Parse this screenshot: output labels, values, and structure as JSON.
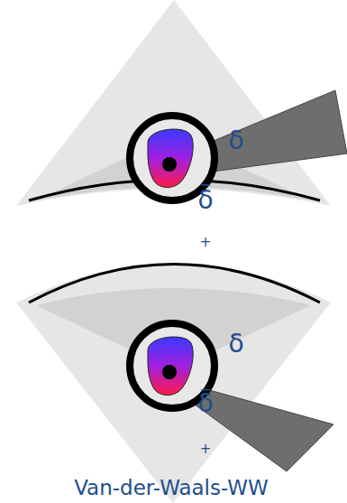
{
  "diagram": {
    "caption": "Van-der-Waals-WW",
    "labels": [
      "δ",
      "−",
      "δ",
      "+",
      "δ",
      "−",
      "δ",
      "+"
    ]
  }
}
